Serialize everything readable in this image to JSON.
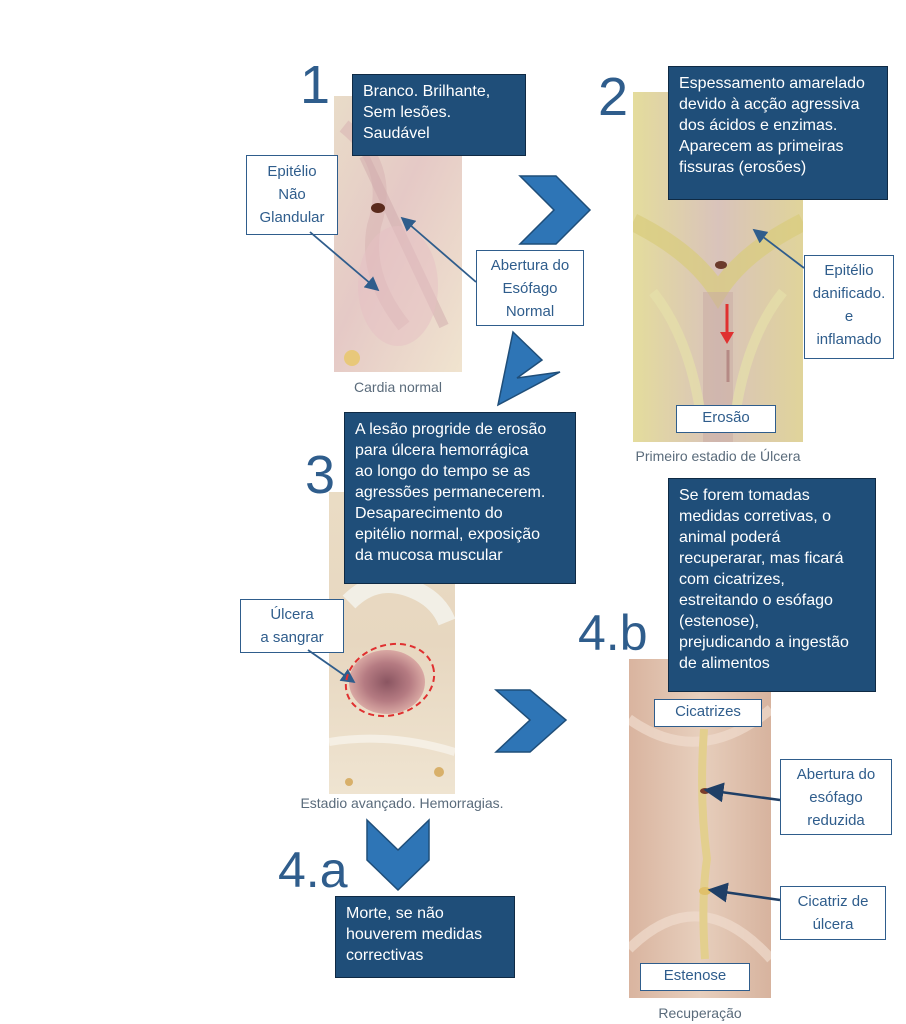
{
  "colors": {
    "accent": "#2f5d8c",
    "box": "#1f4e79",
    "chevron": "#2e75b6",
    "warning": "#e03030"
  },
  "stage1": {
    "number": "1",
    "description": "Branco. Brilhante,\nSem lesões.\nSaudável",
    "label_epithelium": "Epitélio\nNão\nGlandular",
    "label_opening": "Abertura do\nEsófago\nNormal",
    "caption": "Cardia normal"
  },
  "stage2": {
    "number": "2",
    "description": "Espessamento amarelado\ndevido à acção agressiva\ndos ácidos e enzimas.\nAparecem as primeiras\nfissuras (erosões)",
    "label_damaged": "Epitélio\ndanificado.\ne\ninflamado",
    "label_erosion": "Erosão",
    "caption": "Primeiro estadio de Úlcera"
  },
  "stage3": {
    "number": "3",
    "description": "A lesão progride de erosão\npara úlcera hemorrágica\nao longo do tempo se as\nagressões permanecerem.\nDesaparecimento do\nepitélio normal, exposição\nda mucosa muscular",
    "label_ulcer": "Úlcera\na sangrar",
    "caption": "Estadio avançado. Hemorragias."
  },
  "stage4a": {
    "number": "4.a",
    "description": "Morte, se não\nhouverem medidas\ncorrectivas"
  },
  "stage4b": {
    "number": "4.b",
    "description": "Se forem tomadas\nmedidas corretivas, o\nanimal poderá\nrecuperarar, mas ficará\ncom cicatrizes,\nestreitando o esófago\n(estenose),\nprejudicando a ingestão\nde alimentos",
    "label_scars": "Cicatrizes",
    "label_opening": "Abertura do\nesófago\nreduzida",
    "label_scar": "Cicatriz de\núlcera",
    "label_stenosis": "Estenose",
    "caption": "Recuperação"
  }
}
